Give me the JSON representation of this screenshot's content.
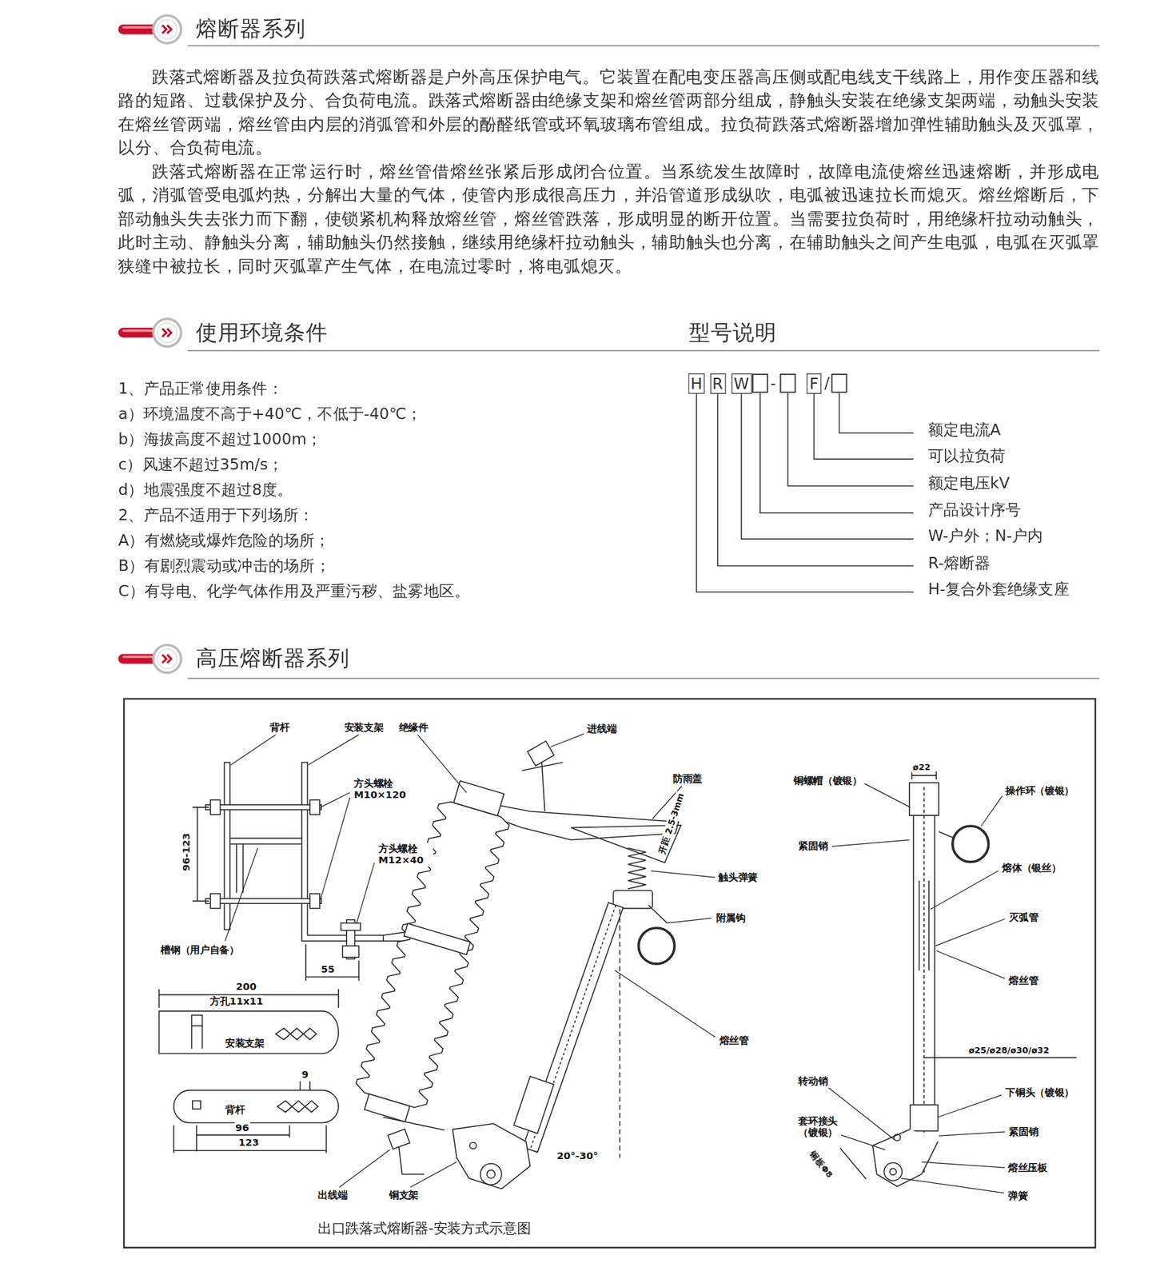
{
  "diagram": {
    "title": "熔断器系列",
    "caption": "出口跌落式熔断器-安装方式示意图",
    "nodes": [
      {
        "text": [
          "H"
        ]
      },
      {
        "text": [
          "R"
        ]
      },
      {
        "text": [
          "W"
        ]
      },
      {
        "text": [
          "F"
        ]
      }
    ],
    "labels": [
      "使用环境条件",
      "型号说明",
      "高压熔断器系列",
      "跌落式熔断器及拉负荷跌落式熔断器是户外高压保护电气。它装置在配电变压器高压侧或配电线支干线路上，用作变压器和线路的短路、过载保护及分、合负荷电流。跌落式熔断器由绝缘支架和熔丝管两部分组成，静触头安装在绝缘支架两端，动触头安装在熔丝管两端，熔丝管由内层的消弧管和外层的酚醛纸管或环氧玻璃布管组成。拉负荷跌落式熔断器增加弹性辅助触头及灭弧罩，以分、合负荷电流。",
      "跌落式熔断器在正常运行时，熔丝管借熔丝张紧后形成闭合位置。当系统发生故障时，故障电流使熔丝迅速熔断，并形成电弧，消弧管受电弧灼热，分解出大量的气体，使管内形成很高压力，并沿管道形成纵吹，电弧被迅速拉长而熄灭。熔丝熔断后，下部动触头失去张力而下翻，使锁紧机构释放熔丝管，熔丝管跌落，形成明显的断开位置。当需要拉负荷时，用绝缘杆拉动动触头，此时主动、静触头分离，辅助触头仍然接触，继续用绝缘杆拉动触头，辅助触头也分离，在辅助触头之间产生电弧，电弧在灭弧罩狭缝中被拉长，同时灭弧罩产生气体，在电流过零时，将电弧熄灭。",
      "1、产品正常使用条件：",
      "a）环境温度不高于+40℃，不低于-40℃；",
      "b）海拔高度不超过1000m；",
      "c）风速不超过35m/s；",
      "d）地震强度不超过8度。",
      "2、产品不适用于下列场所：",
      "A）有燃烧或爆炸危险的场所；",
      "B）有剧烈震动或冲击的场所；",
      "C）有导电、化学气体作用及严重污秽、盐雾地区。",
      "-",
      "/",
      "额定电流A",
      "可以拉负荷",
      "额定电压kV",
      "产品设计序号",
      "W-户外；N-户内",
      "R-熔断器",
      "H-复合外套绝缘支座",
      "背杆",
      "安装支架",
      "绝缘件",
      "进线端",
      "方头螺栓 M10×120",
      "96-123",
      "方头螺栓 M12×40",
      "槽钢（用户自备）",
      "55",
      "200",
      "方孔11x11",
      "安装支架",
      "9",
      "背杆",
      "96",
      "123",
      "防雨盖",
      "开距 2.5-3mm",
      "触头弹簧",
      "附属钩",
      "熔丝管",
      "20°-30°",
      "出线端",
      "铜支架",
      "铜螺帽（镀银）",
      "ø22",
      "紧固销",
      "操作环（镀银）",
      "熔体（银丝）",
      "灭弧管",
      "熔丝管",
      "ø25/ø28/ø30/ø32",
      "转动销",
      "下铜头（镀银）",
      "套环接头（镀银）",
      "紧固销",
      "熔丝压板",
      "弹簧",
      "铜板Φ8"
    ]
  }
}
